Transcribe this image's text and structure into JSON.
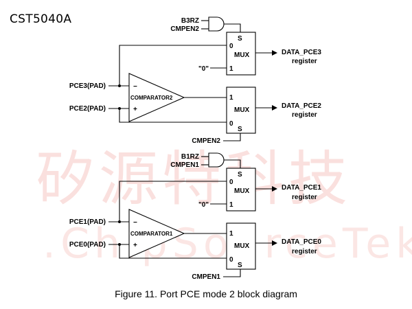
{
  "title": "CST5040A",
  "watermark": {
    "cn": "矽源特科技",
    "en": ".ChipSourceTek."
  },
  "caption": "Figure 11. Port PCE mode 2 block diagram",
  "blocks": [
    {
      "and_inputs": [
        "B3RZ",
        "CMPEN2"
      ],
      "select": "S",
      "mux_in0": "0",
      "mux_in1": "1",
      "mux": "MUX",
      "const_in": "\"0\"",
      "out_line1": "DATA_PCE3",
      "out_line2": "register"
    },
    {
      "comparator": "COMPARATOR2",
      "minus": "−",
      "plus": "+",
      "in_minus": "PCE3(PAD)",
      "in_plus": "PCE2(PAD)"
    },
    {
      "mux_in1": "1",
      "mux_in0": "0",
      "mux": "MUX",
      "select": "S",
      "sel_input": "CMPEN2",
      "out_line1": "DATA_PCE2",
      "out_line2": "register"
    },
    {
      "and_inputs": [
        "B1RZ",
        "CMPEN1"
      ],
      "select": "S",
      "mux_in0": "0",
      "mux_in1": "1",
      "mux": "MUX",
      "const_in": "\"0\"",
      "out_line1": "DATA_PCE1",
      "out_line2": "register"
    },
    {
      "comparator": "COMPARATOR1",
      "minus": "−",
      "plus": "+",
      "in_minus": "PCE1(PAD)",
      "in_plus": "PCE0(PAD)"
    },
    {
      "mux_in1": "1",
      "mux_in0": "0",
      "mux": "MUX",
      "select": "S",
      "sel_input": "CMPEN1",
      "out_line1": "DATA_PCE0",
      "out_line2": "register"
    }
  ]
}
